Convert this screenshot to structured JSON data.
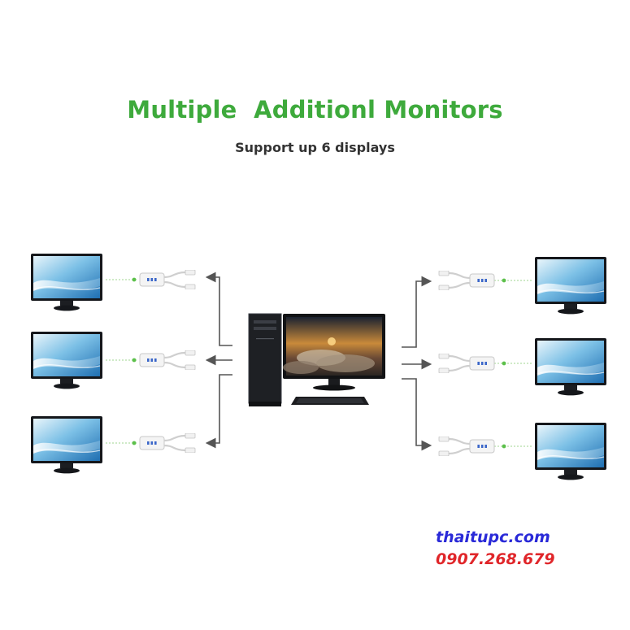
{
  "title": "Multiple  Additionl Monitors",
  "subtitle": "Support up 6 displays",
  "watermark": {
    "site": "thaitupc.com",
    "phone": "0907.268.679"
  },
  "colors": {
    "title": "#3eaa3c",
    "site": "#2a2ad8",
    "phone": "#e0262a",
    "connector_dot": "#5cc04a"
  },
  "monitors": {
    "left": [
      "monitor",
      "monitor",
      "monitor"
    ],
    "right": [
      "monitor",
      "monitor",
      "monitor"
    ]
  }
}
